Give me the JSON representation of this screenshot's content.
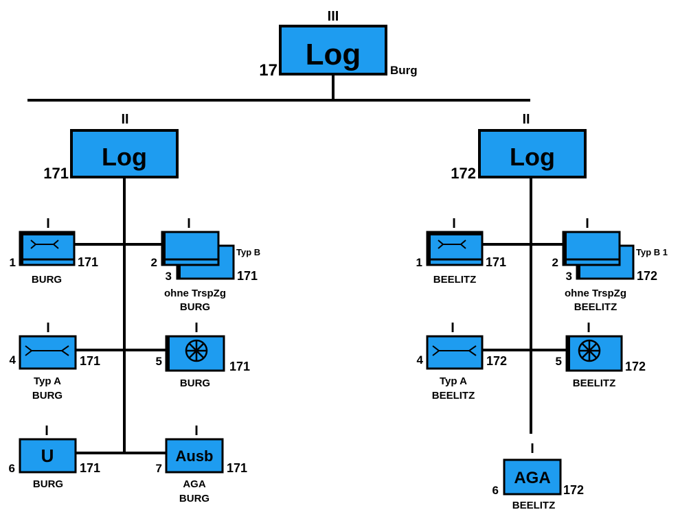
{
  "colors": {
    "unit_fill": "#1e9cf0",
    "stroke": "#000000",
    "background": "#ffffff"
  },
  "top": {
    "echelon": "III",
    "symbol": "Log",
    "number": "17",
    "location": "Burg"
  },
  "left": {
    "hq": {
      "echelon": "II",
      "symbol": "Log",
      "number": "171"
    },
    "units": {
      "u1": {
        "echelon": "I",
        "index": "1",
        "parent": "171",
        "location": "BURG",
        "icon": "supply-transport-icon"
      },
      "u23": {
        "echelon": "I",
        "index_front": "2",
        "index_back": "3",
        "typ": "Typ B",
        "parent": "171",
        "note": "ohne TrspZg",
        "location": "BURG",
        "icon": "stacked-units-icon"
      },
      "u4": {
        "echelon": "I",
        "index": "4",
        "parent": "171",
        "typ": "Typ A",
        "location": "BURG",
        "icon": "pipeline-icon"
      },
      "u5": {
        "echelon": "I",
        "index": "5",
        "parent": "171",
        "location": "BURG",
        "icon": "wheel-icon"
      },
      "u6": {
        "echelon": "I",
        "index": "6",
        "symbol": "U",
        "parent": "171",
        "location": "BURG"
      },
      "u7": {
        "echelon": "I",
        "index": "7",
        "symbol": "Ausb",
        "parent": "171",
        "note": "AGA",
        "location": "BURG"
      }
    }
  },
  "right": {
    "hq": {
      "echelon": "II",
      "symbol": "Log",
      "number": "172"
    },
    "units": {
      "u1": {
        "echelon": "I",
        "index": "1",
        "parent": "171",
        "location": "BEELITZ",
        "icon": "supply-transport-icon"
      },
      "u23": {
        "echelon": "I",
        "index_front": "2",
        "index_back": "3",
        "typ": "Typ B 1",
        "parent": "172",
        "note": "ohne TrspZg",
        "location": "BEELITZ",
        "icon": "stacked-units-icon"
      },
      "u4": {
        "echelon": "I",
        "index": "4",
        "parent": "172",
        "typ": "Typ A",
        "location": "BEELITZ",
        "icon": "pipeline-icon"
      },
      "u5": {
        "echelon": "I",
        "index": "5",
        "parent": "172",
        "location": "BEELITZ",
        "icon": "wheel-icon"
      },
      "u6": {
        "echelon": "I",
        "index": "6",
        "symbol": "AGA",
        "parent": "172",
        "location": "BEELITZ"
      }
    }
  }
}
